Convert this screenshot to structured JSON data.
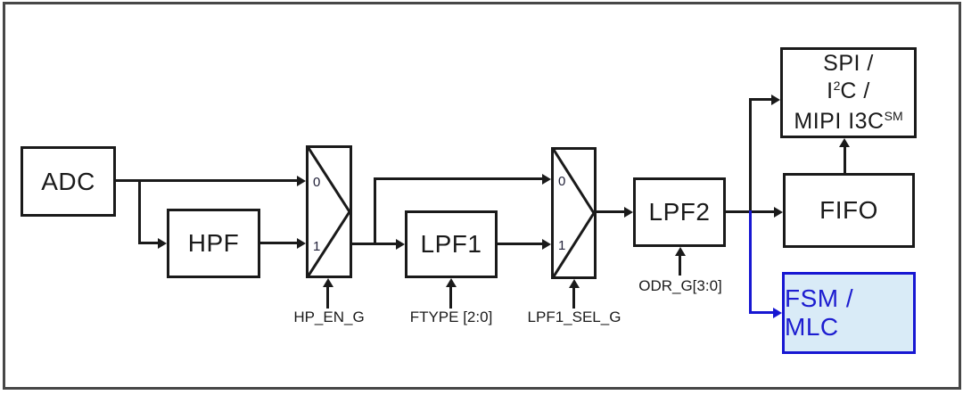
{
  "diagram": {
    "title_hint": "gyroscope digital filtering chain block diagram",
    "blocks": {
      "adc": "ADC",
      "hpf": "HPF",
      "lpf1": "LPF1",
      "lpf2": "LPF2",
      "fifo": "FIFO",
      "fsm_mlc": "FSM / MLC"
    },
    "interface_block": {
      "line1": "SPI /",
      "line2_pre": "I",
      "line2_sup": "2",
      "line2_post": "C /",
      "line3_pre": "MIPI I3C",
      "line3_sup": "SM"
    },
    "mux": {
      "input0": "0",
      "input1": "1"
    },
    "signals": {
      "hp_en_g": "HP_EN_G",
      "ftype": "FTYPE [2:0]",
      "lpf1_sel_g": "LPF1_SEL_G",
      "odr_g": "ODR_G[3:0]"
    },
    "colors": {
      "line_black": "#1a1a1a",
      "accent_blue": "#1717d2",
      "fsm_fill": "#d9ebf7",
      "frame_gray": "#474747",
      "background": "#ffffff"
    }
  }
}
